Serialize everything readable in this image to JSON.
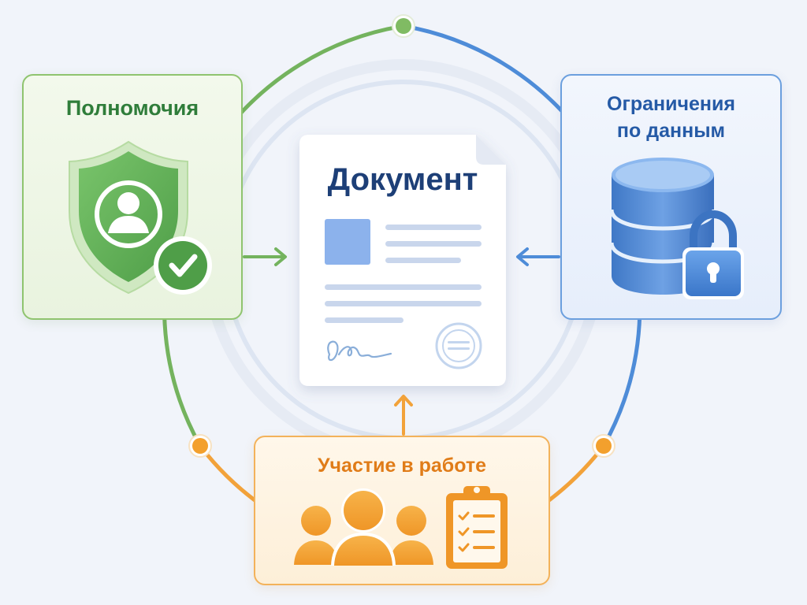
{
  "document": {
    "title": "Документ"
  },
  "panels": {
    "permissions": {
      "title": "Полномочия",
      "color": "#5ea84e",
      "icons": [
        "shield-user-icon",
        "check-circle-icon"
      ]
    },
    "data_restrictions": {
      "title": "Ограничения\nпо данным",
      "color": "#4b86d3",
      "icons": [
        "database-icon",
        "lock-icon"
      ]
    },
    "participation": {
      "title": "Участие в работе",
      "color": "#f19a2c",
      "icons": [
        "people-group-icon",
        "clipboard-checklist-icon"
      ]
    }
  },
  "colors": {
    "background": "#f1f4fa",
    "green": "#6fb35a",
    "blue": "#4d8ad6",
    "orange": "#f39a2a",
    "document_text": "#1d3f77"
  }
}
